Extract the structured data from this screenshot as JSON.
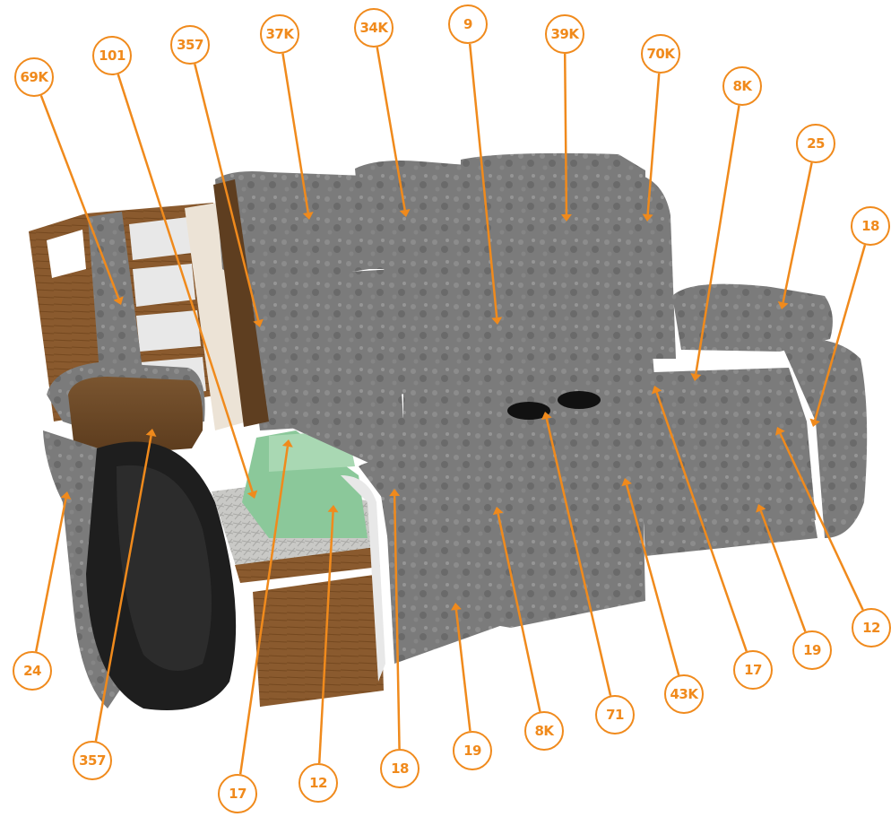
{
  "accent_color": "#f08a1c",
  "fabric_color": "#7a7a7a",
  "callouts": [
    {
      "id": "c1",
      "label": "69K"
    },
    {
      "id": "c2",
      "label": "101"
    },
    {
      "id": "c3",
      "label": "357"
    },
    {
      "id": "c4",
      "label": "37K"
    },
    {
      "id": "c5",
      "label": "34K"
    },
    {
      "id": "c6",
      "label": "9"
    },
    {
      "id": "c7",
      "label": "39K"
    },
    {
      "id": "c8",
      "label": "70K"
    },
    {
      "id": "c9",
      "label": "8K"
    },
    {
      "id": "c10",
      "label": "25"
    },
    {
      "id": "c11",
      "label": "18"
    },
    {
      "id": "c12",
      "label": "24"
    },
    {
      "id": "c13",
      "label": "357"
    },
    {
      "id": "c14",
      "label": "17"
    },
    {
      "id": "c15",
      "label": "12"
    },
    {
      "id": "c16",
      "label": "18"
    },
    {
      "id": "c17",
      "label": "19"
    },
    {
      "id": "c18",
      "label": "8K"
    },
    {
      "id": "c19",
      "label": "71"
    },
    {
      "id": "c20",
      "label": "43K"
    },
    {
      "id": "c21",
      "label": "17"
    },
    {
      "id": "c22",
      "label": "19"
    },
    {
      "id": "c23",
      "label": "12"
    }
  ]
}
